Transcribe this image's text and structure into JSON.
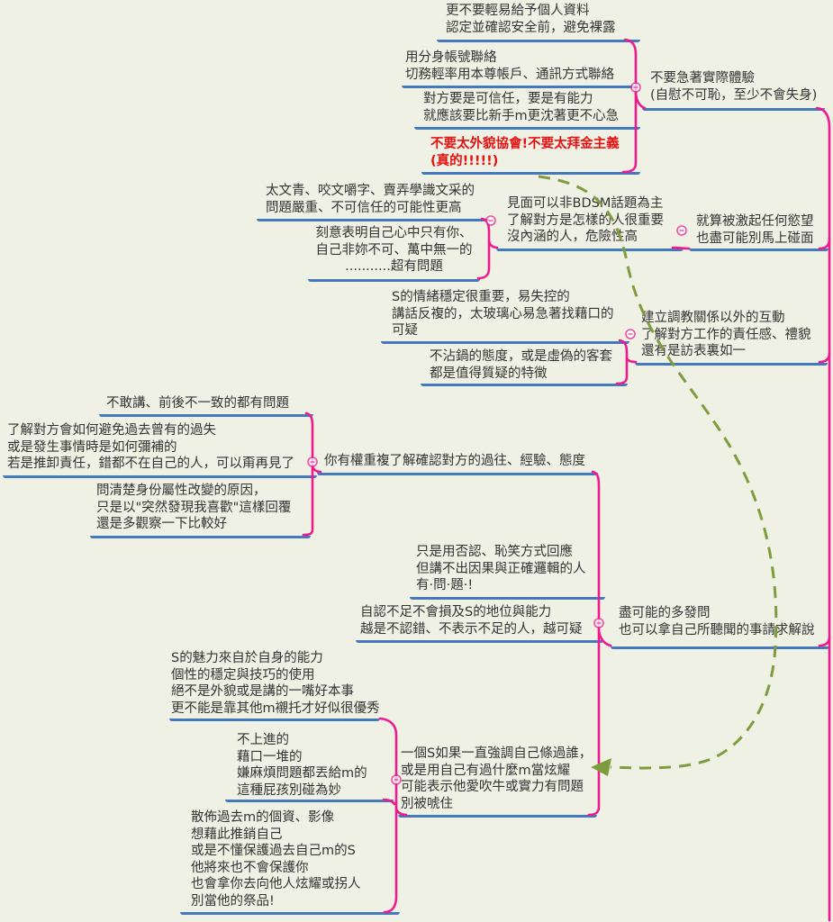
{
  "colors": {
    "background": "#eff1e4",
    "topic_underline": "#4678be",
    "branch": "#ef1a8e",
    "relationship_line": "#7e9c3e",
    "warning_text": "#e81111",
    "body_text": "#333333"
  },
  "tree": {
    "no_rush_experience": {
      "text": "不要急著實際體驗\n(自慰不可恥，至少不會失身)",
      "children": {
        "no_personal_info": {
          "text": "更不要輕易給予個人資料\n認定並確認安全前，避免裸露"
        },
        "alt_account": {
          "text": "用分身帳號聯絡\n切務輕率用本尊帳戶、通訊方式聯絡"
        },
        "trustworthy_patient": {
          "text": "對方要是可信任，要是有能力\n就應該要比新手m更沈著更不心急"
        },
        "not_superficial": {
          "text": "不要太外貌協會!不要太拜金主義\n(真的!!!!!)"
        }
      }
    },
    "no_instant_meet": {
      "text": "就算被激起任何慾望\n也盡可能別馬上碰面",
      "children": {
        "meet_non_bdsm": {
          "text": "見面可以非BDSM話題為主\n了解對方是怎樣的人很重要\n沒內涵的人，危險性高",
          "children": {
            "literary_pretense": {
              "text": "太文青、咬文嚼字、賣弄學識文采的\n問題嚴重、不可信任的可能性更高"
            },
            "only_you_claims": {
              "text": "刻意表明自己心中只有你、\n自己非妳不可、萬中無一的\n...........超有問題"
            }
          }
        }
      }
    },
    "interaction_beyond": {
      "text": "建立調教關係以外的互動\n了解對方工作的責任感、禮貌\n還有是訪表裏如一",
      "children": {
        "emotional_stability": {
          "text": "S的情緒穩定很重要，易失控的\n講話反複的，太玻璃心易急著找藉口的\n可疑"
        },
        "insincere_courtesy": {
          "text": "不沾鍋的態度，或是虛偽的客套\n都是值得質疑的特徵"
        }
      }
    },
    "ask_questions": {
      "text": "盡可能的多發問\n也可以拿自己所聽聞的事請求解說",
      "children": {
        "right_to_verify": {
          "text": "你有權重複了解確認對方的過往、經驗、態度",
          "children": {
            "inconsistent_statements": {
              "text": "不敢講、前後不一致的都有問題"
            },
            "past_mistakes": {
              "text": "了解對方會如何避免過去曾有的過失\n或是發生事情時是如何彌補的\n若是推卸責任，錯都不在自己的人，可以甭再見了"
            },
            "identity_change": {
              "text": "問清楚身份屬性改變的原因，\n只是以\"突然發現我喜歡\"這樣回覆\n還是多觀察一下比較好"
            }
          }
        },
        "denial_mockery": {
          "text": "只是用否認、恥笑方式回應\n但講不出因果與正確邏輯的人\n有·問·題·!"
        },
        "admit_shortcomings": {
          "text": "自認不足不會損及S的地位與能力\n越是不認錯、不表示不足的人，越可疑"
        },
        "bragging_s": {
          "text": "一個S如果一直強調自己條過誰，\n或是用自己有過什麼m當炫耀\n可能表示他愛吹牛或實力有問題\n別被唬住",
          "children": {
            "charm_from_ability": {
              "text": "S的魅力來自於自身的能力\n個性的穩定與技巧的使用\n絕不是外貌或是講的一嘴好本事\n更不能是靠其他m襯托才好似很優秀"
            },
            "unmotivated": {
              "text": "不上進的\n藉口一堆的\n嫌麻煩問題都丟給m的\n這種屁孩別碰為妙"
            },
            "spread_privacy": {
              "text": "散佈過去m的個資、影像\n想藉此推銷自己\n或是不懂保護過去自己m的S\n他將來也不會保護你\n也會拿你去向他人炫耀或拐人\n別當他的祭品!"
            }
          }
        }
      }
    }
  }
}
